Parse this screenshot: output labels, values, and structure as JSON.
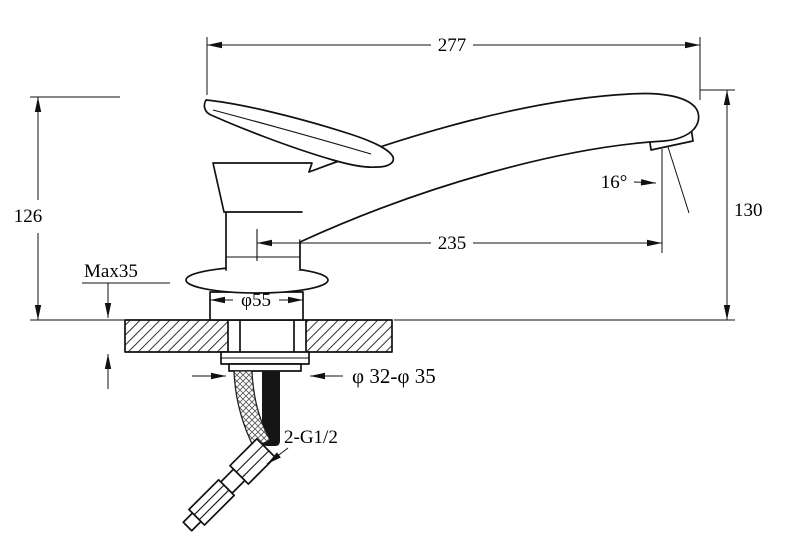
{
  "labels": {
    "total_width": "277",
    "height_left": "126",
    "height_right": "130",
    "spout_reach": "235",
    "spout_angle": "16°",
    "max_thickness": "Max35",
    "base_diameter": "φ55",
    "hole_diameter": "φ 32-φ 35",
    "hose_thread": "2-G1/2"
  },
  "colors": {
    "line": "#111111",
    "background": "#ffffff"
  }
}
